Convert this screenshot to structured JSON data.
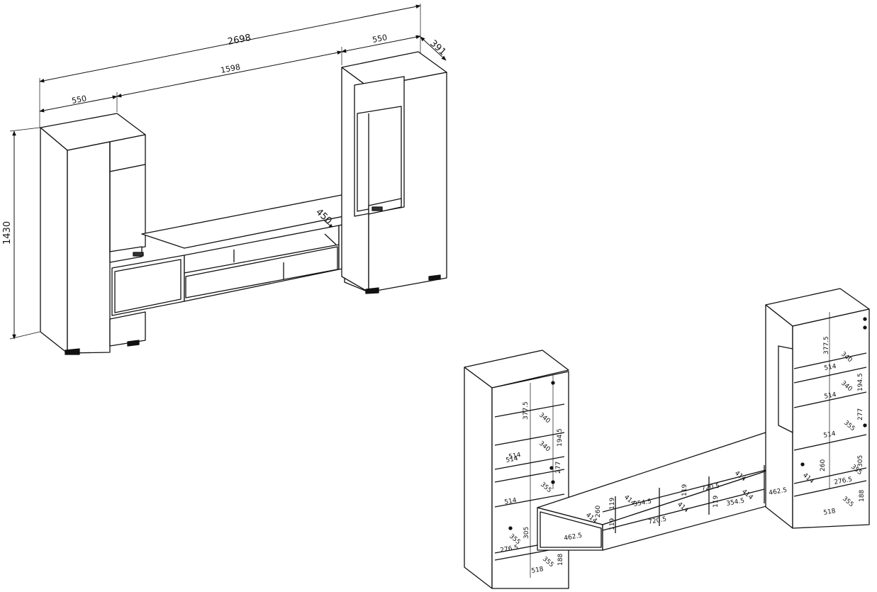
{
  "overall_dims": {
    "total_width": "2698",
    "tv_unit_width": "1598",
    "left_cabinet_width": "550",
    "right_cabinet_width": "550",
    "depth": "391",
    "height": "1430",
    "tv_unit_depth": "450"
  },
  "interior_dims": {
    "left_shelf_gap_top": "377.5",
    "left_shelf_depth_1": "340",
    "left_shelf_gap_mid": "194.5",
    "left_shelf_depth_2": "340",
    "left_shelf_width_1": "514",
    "left_shelf_width_1b": "514",
    "left_shelf_gap_low": "277",
    "left_shelf_depth_3": "355",
    "left_shelf_width_2": "514",
    "left_base_height": "305",
    "left_base_depth": "355",
    "left_base_width": "276.5",
    "left_plinth_depth": "355",
    "left_plinth_height": "188",
    "left_plinth_width": "518",
    "tv_door_height_left": "260",
    "tv_door_depth_left": "414",
    "tv_drawer_width_left": "462.5",
    "tv_open_h_1": "119",
    "tv_open_h_2": "119",
    "tv_open_depth_1": "414",
    "tv_open_width_1": "354.5",
    "tv_open_width_2": "720.5",
    "tv_open_depth_2": "414",
    "tv_open_h_3": "119",
    "tv_open_width_3": "720.5",
    "tv_open_h_4": "119",
    "tv_open_depth_3": "414",
    "tv_open_width_4": "354.5",
    "tv_open_depth_4": "414",
    "tv_drawer_width_right": "462.5",
    "tv_door_depth_right": "414",
    "tv_door_height_right": "260",
    "right_shelf_gap_top": "377.5",
    "right_shelf_depth_1": "340",
    "right_shelf_width_1": "514",
    "right_shelf_depth_2": "340",
    "right_shelf_gap_mid": "194.5",
    "right_shelf_width_2": "514",
    "right_shelf_depth_3": "355",
    "right_shelf_gap_low": "277",
    "right_shelf_width_3": "514",
    "right_base_height": "305",
    "right_base_depth": "355",
    "right_base_width": "276.5",
    "right_plinth_depth": "355",
    "right_plinth_height": "188",
    "right_plinth_width": "518"
  }
}
